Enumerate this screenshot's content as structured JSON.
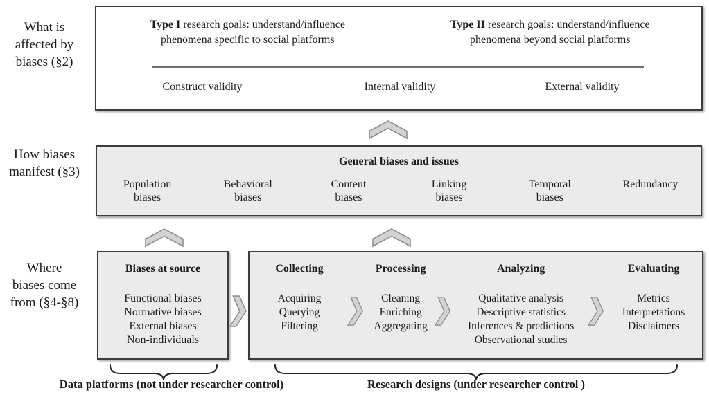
{
  "left_labels": [
    {
      "text": "What is\naffected by\nbiases (§2)"
    },
    {
      "text": "How biases\nmanifest (§3)"
    },
    {
      "text": "Where\nbiases come\nfrom (§4-§8)"
    }
  ],
  "goals_box": {
    "type1": {
      "prefix": "Type I",
      "rest": " research goals: understand/influence\nphenomena specific to social platforms"
    },
    "type2": {
      "prefix": "Type II",
      "rest": " research goals: understand/influence\nphenomena beyond social platforms"
    },
    "validities": [
      "Construct validity",
      "Internal validity",
      "External validity"
    ]
  },
  "manifest_box": {
    "title": "General biases and issues",
    "items": [
      "Population\nbiases",
      "Behavioral\nbiases",
      "Content\nbiases",
      "Linking\nbiases",
      "Temporal\nbiases",
      "Redundancy"
    ]
  },
  "source_box": {
    "title": "Biases at source",
    "items": [
      "Functional biases",
      "Normative biases",
      "External biases",
      "Non-individuals"
    ]
  },
  "pipeline_box": {
    "stages": [
      {
        "title": "Collecting",
        "items": [
          "Acquiring",
          "Querying",
          "Filtering"
        ]
      },
      {
        "title": "Processing",
        "items": [
          "Cleaning",
          "Enriching",
          "Aggregating"
        ]
      },
      {
        "title": "Analyzing",
        "items": [
          "Qualitative analysis",
          "Descriptive statistics",
          "Inferences & predictions",
          "Observational studies"
        ]
      },
      {
        "title": "Evaluating",
        "items": [
          "Metrics",
          "Interpretations",
          "Disclaimers"
        ]
      }
    ]
  },
  "captions": {
    "data_platforms": "Data platforms (not under researcher control)",
    "research_designs": "Research designs (under researcher control )"
  },
  "colors": {
    "box_fill_gray": "#ebebeb",
    "box_fill_white": "#ffffff",
    "box_border": "#3c3c3c",
    "chevron_fill": "#d3d3d3",
    "chevron_border": "#8e8e8e",
    "text": "#1b1b1b"
  }
}
